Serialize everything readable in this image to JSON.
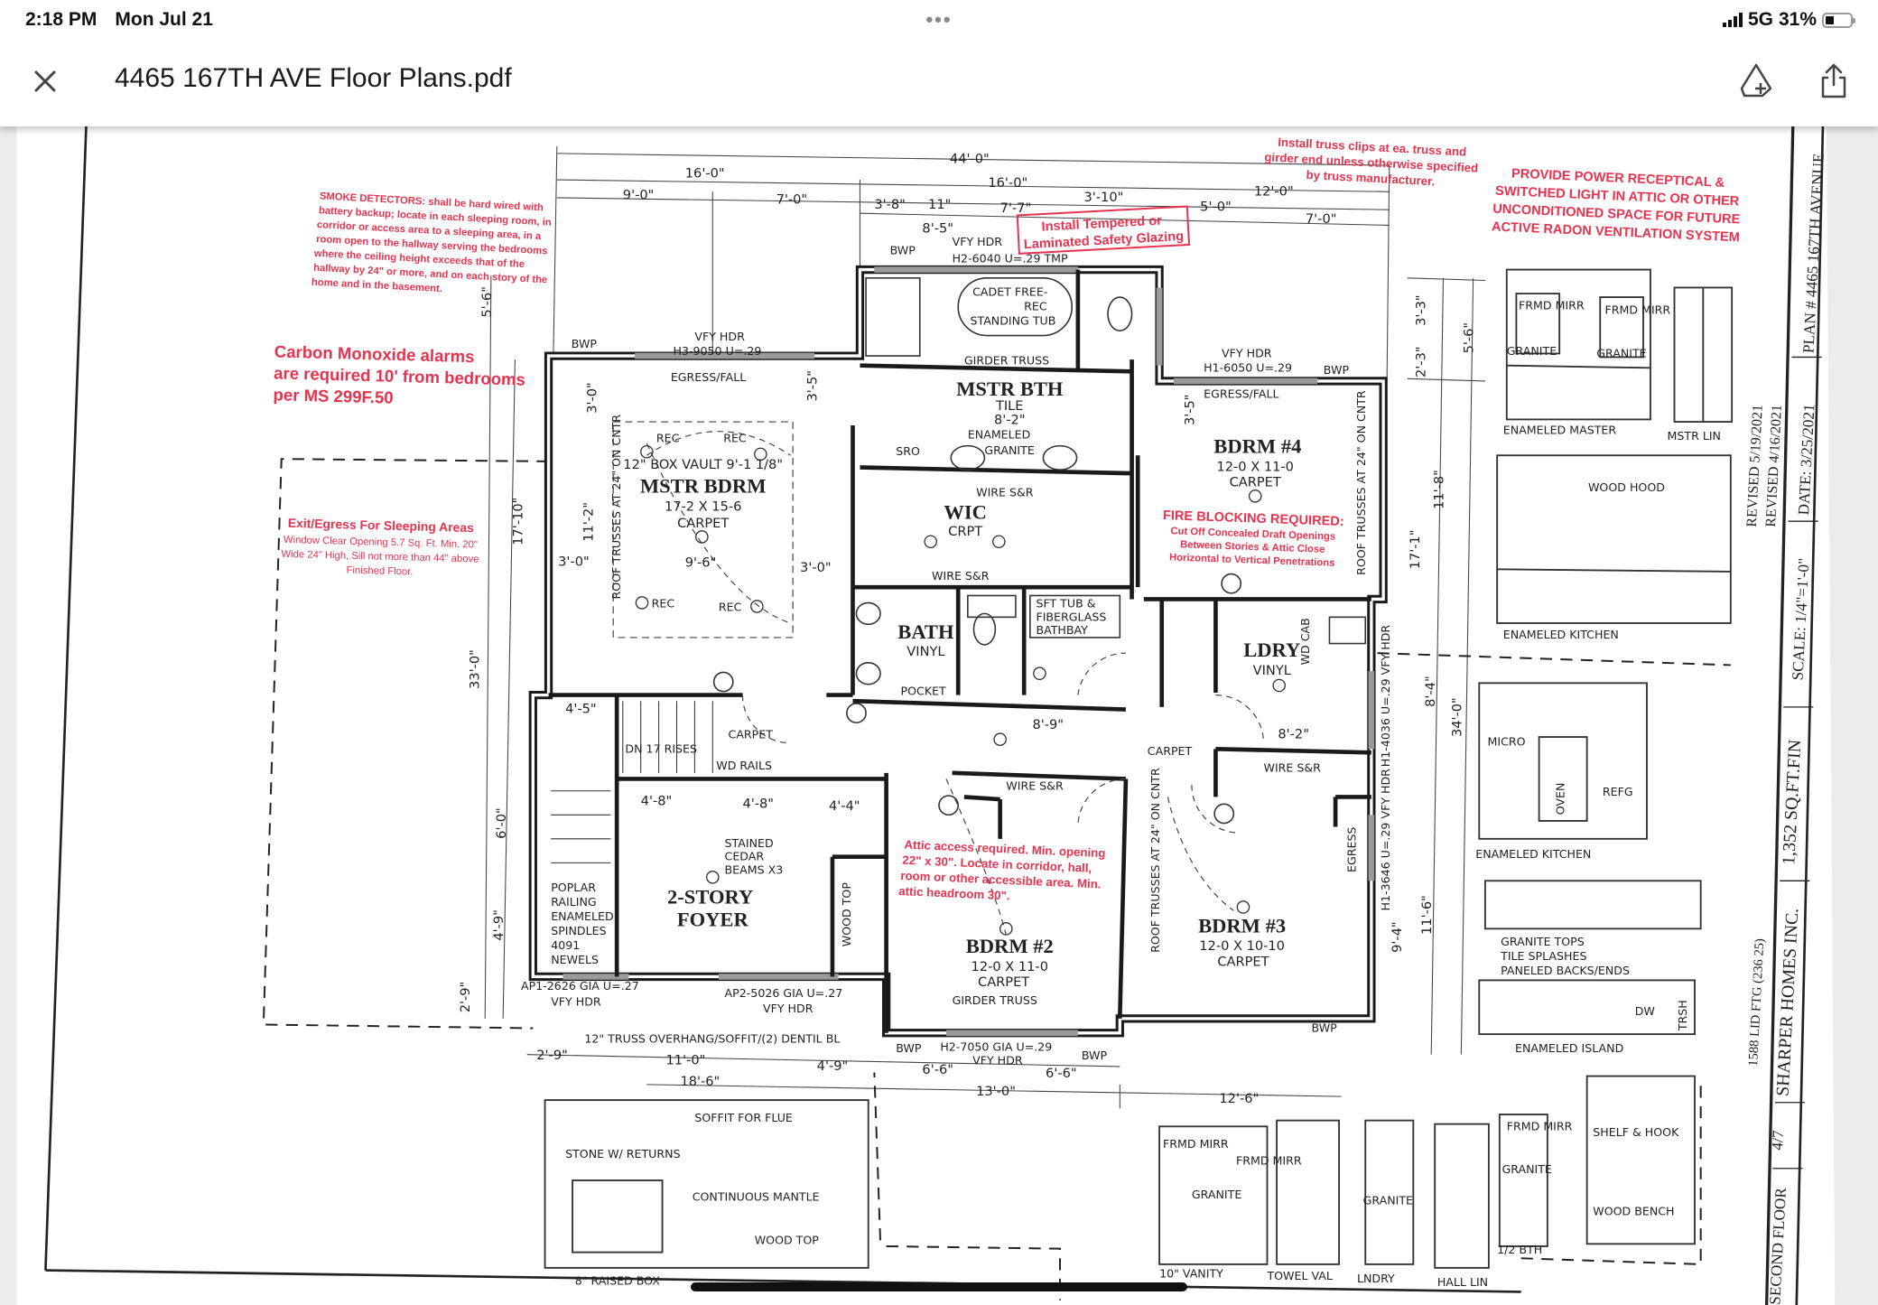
{
  "status": {
    "time": "2:18 PM",
    "date": "Mon Jul 21",
    "dots": "•••",
    "network": "5G",
    "battery": "31%"
  },
  "header": {
    "title": "4465 167TH AVE Floor Plans.pdf"
  },
  "plan": {
    "dims": [
      "44'-0\"",
      "16'-0\"",
      "16'-0\"",
      "12'-0\"",
      "9'-0\"",
      "7'-0\"",
      "3'-8\"",
      "11\"",
      "7'-7\"",
      "3'-10\"",
      "5'-0\"",
      "7'-0\"",
      "8'-5\"",
      "5'-6\"",
      "3'-0\"",
      "17'-10\"",
      "11'-2\"",
      "3'-0\"",
      "9'-6\"",
      "3'-0\"",
      "33'-0\"",
      "4'-5\"",
      "6'-0\"",
      "4'-9\"",
      "2'-9\"",
      "4'-8\"",
      "4'-8\"",
      "4'-4\"",
      "18'-6\"",
      "13'-0\"",
      "12'-6\"",
      "34'-0\"",
      "11'-8\"",
      "17'-1\"",
      "8'-4\"",
      "9'-4\"",
      "11'-6\"",
      "2'-3\"",
      "3'-3\"",
      "5'-6\"",
      "8'-9\"",
      "8'-2\"",
      "4'-9\"",
      "6'-6\"",
      "6'-6\"",
      "2'-9\"",
      "11'-0\"",
      "3'-5\"",
      "3'-5\""
    ],
    "rooms": {
      "mstr_bdrm": {
        "name": "MSTR BDRM",
        "size": "17-2 X 15-6",
        "floor": "CARPET",
        "vault": "12\" BOX VAULT 9'-1 1/8\""
      },
      "mstr_bth": {
        "name": "MSTR BTH",
        "floor": "TILE",
        "size": "8'-2\""
      },
      "wic": {
        "name": "WIC",
        "floor": "CRPT"
      },
      "bath": {
        "name": "BATH",
        "floor": "VINYL"
      },
      "bdrm4": {
        "name": "BDRM #4",
        "size": "12-0 X 11-0",
        "floor": "CARPET"
      },
      "ldry": {
        "name": "LDRY",
        "floor": "VINYL"
      },
      "foyer": {
        "name": "2-STORY",
        "name2": "FOYER"
      },
      "bdrm2": {
        "name": "BDRM #2",
        "size": "12-0 X 11-0",
        "floor": "CARPET"
      },
      "bdrm3": {
        "name": "BDRM #3",
        "size": "12-0 X 10-10",
        "floor": "CARPET"
      }
    },
    "labels": [
      "BWP",
      "VFY HDR",
      "H3-9050 U=.29",
      "EGRESS/FALL",
      "VFY HDR",
      "H2-6040 U=.29 TMP",
      "BWP",
      "CADET FREE-",
      "REC",
      "STANDING TUB",
      "GIRDER TRUSS",
      "ENAMELED",
      "GRANITE",
      "VFY HDR",
      "H1-6050 U=.29",
      "BWP",
      "EGRESS/FALL",
      "WIRE S&R",
      "WIRE S&R",
      "SFT TUB &",
      "FIBERGLASS",
      "BATHBAY",
      "POCKET",
      "CARPET",
      "DN 17 RISES",
      "WD RAILS",
      "CARPET",
      "WIRE S&R",
      "WIRE S&R",
      "STAINED",
      "CEDAR",
      "BEAMS X3",
      "POPLAR",
      "RAILING",
      "ENAMELED",
      "SPINDLES",
      "4091",
      "NEWELS",
      "AP1-2626 GIA U=.27",
      "VFY HDR",
      "AP2-5026 GIA U=.27",
      "VFY HDR",
      "12\" TRUSS OVERHANG/SOFFIT/(2) DENTIL BL",
      "GIRDER TRUSS",
      "BWP",
      "H2-7050 GIA U=.29",
      "VFY HDR",
      "BWP",
      "BWP",
      "ROOF TRUSSES AT 24\" ON CNTR",
      "ROOF TRUSSES AT 24\" ON CNTR",
      "ROOF TRUSSES AT 24\" ON CNTR",
      "REC",
      "REC",
      "REC",
      "REC",
      "SRO",
      "H1-4036 U=.29 VFY HDR",
      "H1-3646 U=.29 VFY HDR",
      "EGRESS",
      "WD CAB",
      "WOOD TOP"
    ],
    "notes": {
      "smoke": [
        "SMOKE DETECTORS: shall be hard wired with",
        "battery backup; locate in each sleeping room, in",
        "corridor or access area to a sleeping area, in a",
        "room open to the hallway serving the bedrooms",
        "where the ceiling height exceeds that of the",
        "hallway by 24\" or more, and on each story of the",
        "home and in the basement."
      ],
      "co": [
        "Carbon Monoxide alarms",
        "are required 10' from bedrooms",
        "per MS 299F.50"
      ],
      "egress": [
        "Exit/Egress For Sleeping Areas",
        "Window Clear Opening 5.7 Sq. Ft. Min. 20\"",
        "Wide 24\" High, Sill not more than 44\" above",
        "Finished Floor."
      ],
      "glazing": [
        "Install Tempered or",
        "Laminated Safety Glazing"
      ],
      "truss": [
        "Install truss clips at ea. truss and",
        "girder end unless otherwise specified",
        "by truss manufacturer."
      ],
      "radon": [
        "PROVIDE POWER RECEPTICAL &",
        "SWITCHED LIGHT IN ATTIC OR OTHER",
        "UNCONDITIONED SPACE FOR FUTURE",
        "ACTIVE RADON VENTILATION SYSTEM"
      ],
      "fire": [
        "FIRE BLOCKING REQUIRED:",
        "Cut Off Concealed Draft Openings",
        "Between Stories & Attic Close",
        "Horizontal to Vertical Penetrations"
      ],
      "attic": [
        "Attic access required. Min. opening",
        "22\" x 30\". Locate in corridor, hall,",
        "room or other accessible area. Min.",
        "attic headroom 30\"."
      ]
    },
    "elevations": [
      "FRMD MIRR",
      "FRMD MIRR",
      "GRANITE",
      "GRANITE",
      "ENAMELED MASTER",
      "MSTR LIN",
      "WOOD HOOD",
      "ENAMELED KITCHEN",
      "MICRO",
      "OVEN",
      "REFG",
      "ENAMELED KITCHEN",
      "GRANITE TOPS",
      "TILE SPLASHES",
      "PANELED BACKS/ENDS",
      "DW",
      "TRSH",
      "ENAMELED ISLAND",
      "SOFFIT FOR FLUE",
      "STONE W/ RETURNS",
      "CONTINUOUS MANTLE",
      "WOOD TOP",
      "8\" RAISED BOX",
      "FRMD MIRR",
      "FRMD MIRR",
      "GRANITE",
      "10\" VANITY",
      "TOWEL VAL",
      "GRANITE",
      "LNDRY",
      "HALL LIN",
      "FRMD MIRR",
      "GRANITE",
      "1/2 BTH",
      "SHELF & HOOK",
      "WOOD BENCH"
    ],
    "title_block": {
      "plan": "PLAN # 4465 167TH AVENUE",
      "date": "DATE: 3/25/2021",
      "revised1": "REVISED 5/19/2021",
      "revised2": "REVISED 4/16/2021",
      "scale": "SCALE: 1/4\"=1'-0\"",
      "sqft": "1,352 SQ.FT.FIN",
      "company": "SHARPER HOMES INC.",
      "sheet": "4/7",
      "floor": "SECOND FLOOR",
      "footing": "1588 LID FTG (236 25)"
    }
  }
}
